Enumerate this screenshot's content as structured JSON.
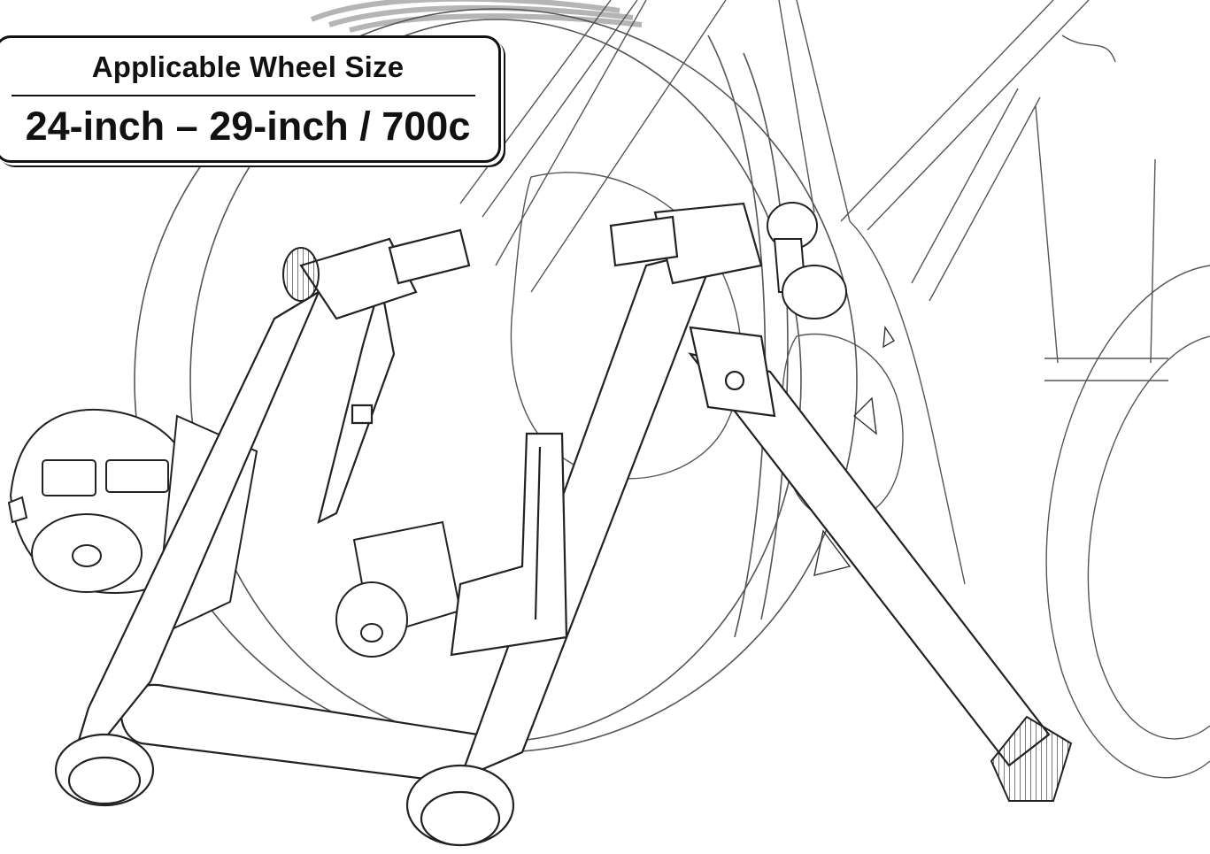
{
  "callout": {
    "title": "Applicable Wheel Size",
    "value": "24-inch – 29-inch / 700c"
  },
  "illustration": {
    "subject": "bike-trainer-with-bicycle",
    "colors": {
      "line": "#222222",
      "thin_line": "#555555",
      "fill": "#ffffff",
      "logo_gray": "#b5b5b5"
    }
  }
}
